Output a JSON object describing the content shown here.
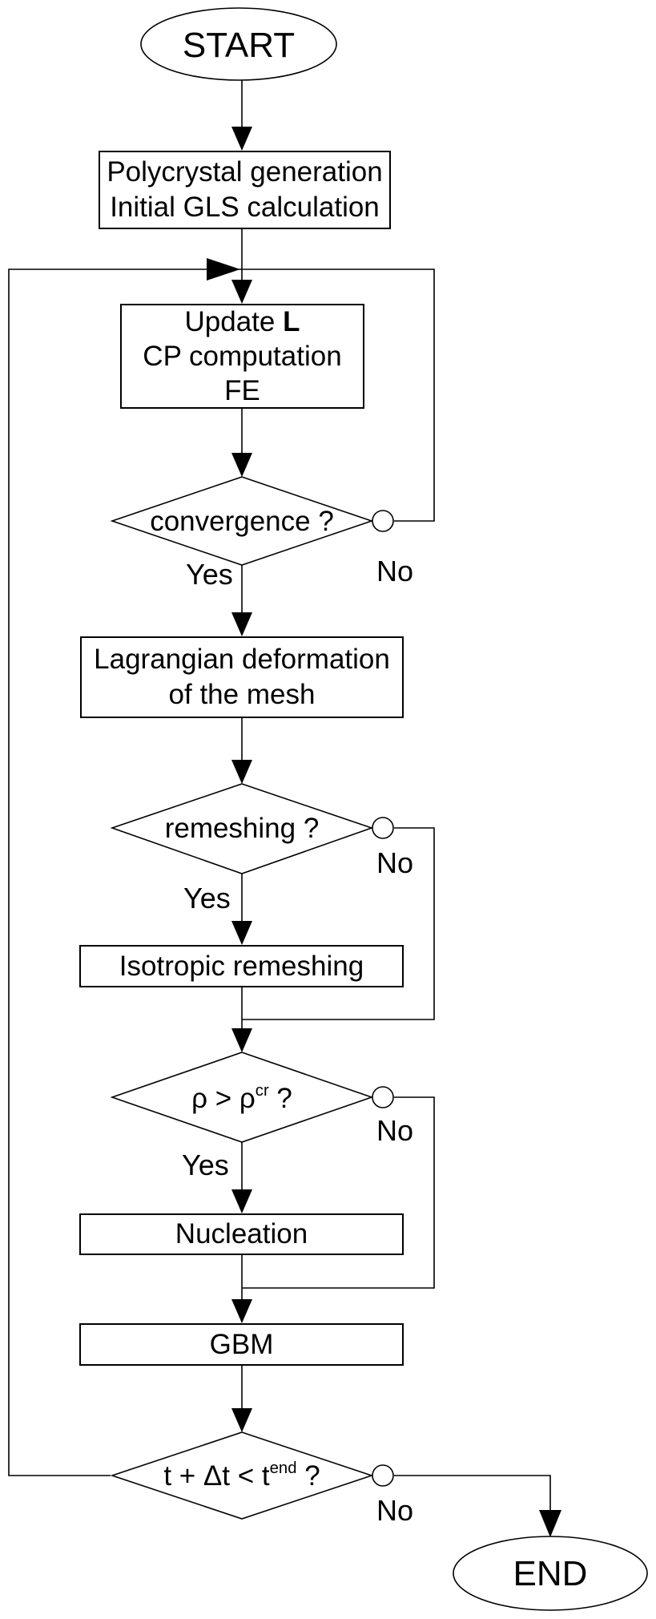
{
  "flowchart": {
    "terminators": {
      "start_label": "START",
      "end_label": "END"
    },
    "processes": {
      "polycrystal": {
        "line1": "Polycrystal generation",
        "line2": "Initial GLS calculation"
      },
      "update": {
        "line1_text": "Update ",
        "line1_bold": "L",
        "line2": "CP computation",
        "line3": "FE"
      },
      "lagrangian": {
        "line1": "Lagrangian deformation",
        "line2": "of the mesh"
      },
      "isotropic": {
        "label": "Isotropic remeshing"
      },
      "nucleation": {
        "label": "Nucleation"
      },
      "gbm": {
        "label": "GBM"
      }
    },
    "decisions": {
      "convergence": {
        "question": "convergence ?",
        "yes_label": "Yes",
        "no_label": "No"
      },
      "remeshing": {
        "question": "remeshing ?",
        "yes_label": "Yes",
        "no_label": "No"
      },
      "density": {
        "question_base": "ρ > ρ",
        "question_sup": "cr",
        "question_tail": " ?",
        "yes_label": "Yes",
        "no_label": "No"
      },
      "time": {
        "question_base": "t + Δt < t",
        "question_sup": "end",
        "question_tail": " ?",
        "no_label": "No"
      }
    },
    "colors": {
      "stroke": "#000000",
      "shape_fill": "#ffffff",
      "text": "#000000",
      "background": "#ffffff"
    }
  }
}
